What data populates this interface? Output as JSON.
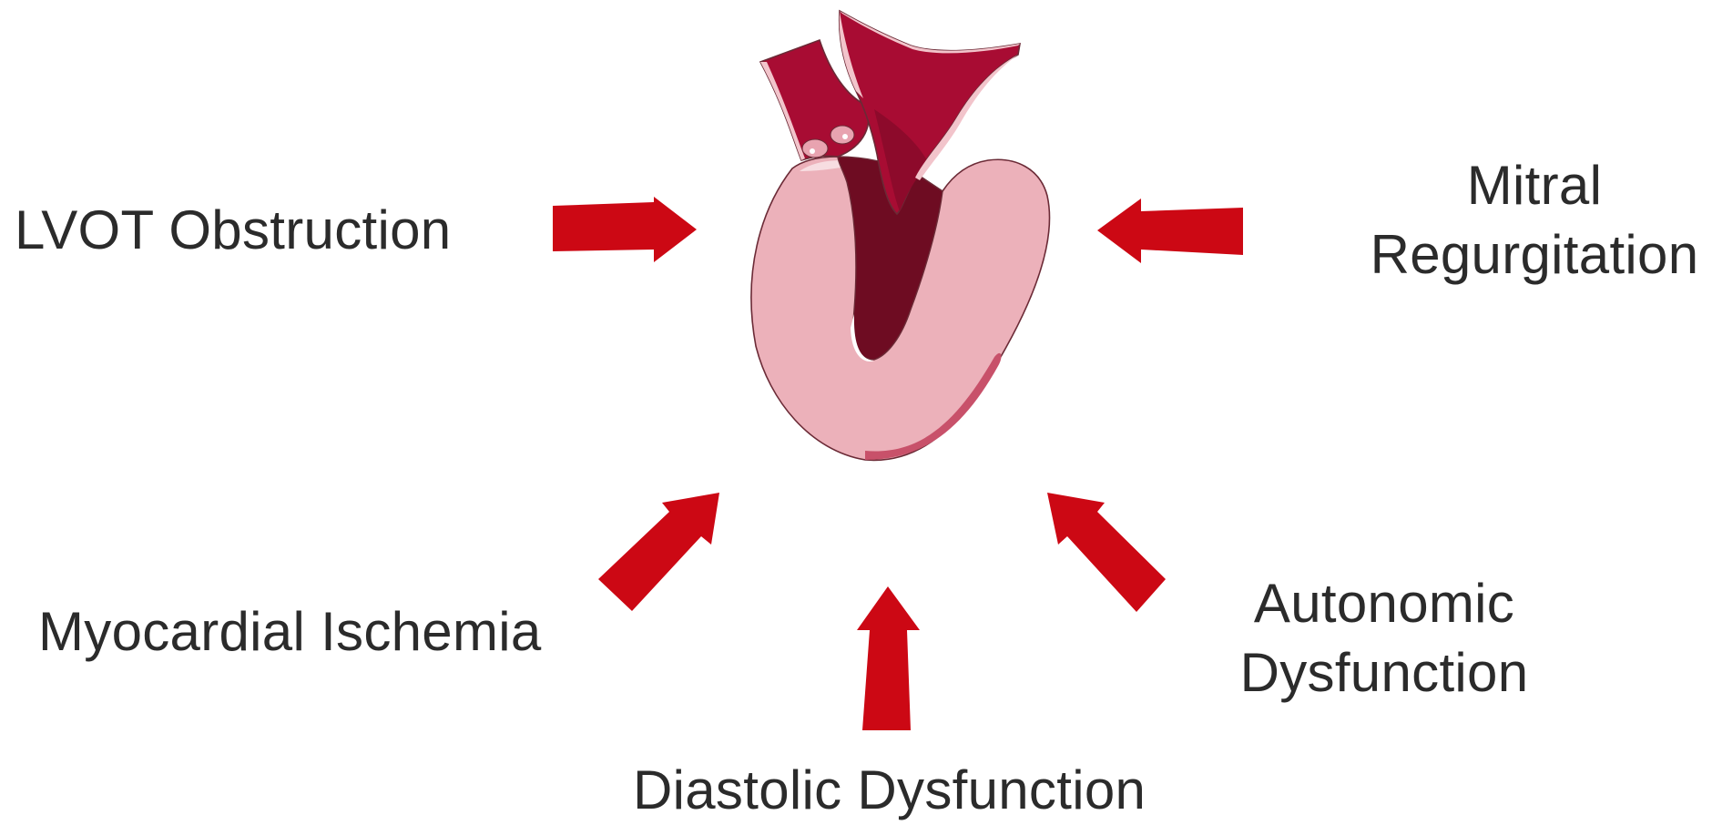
{
  "labels": {
    "lvot": "LVOT Obstruction",
    "mitral_line1": "Mitral",
    "mitral_line2": "Regurgitation",
    "myocardial": "Myocardial Ischemia",
    "autonomic_line1": "Autonomic",
    "autonomic_line2": "Dysfunction",
    "diastolic": "Diastolic Dysfunction"
  },
  "colors": {
    "arrow": "#cc0814",
    "myocardium": "#ecb1ba",
    "myocardium_dark": "#c8516a",
    "chamber": "#6e0c22",
    "vessel": "#a80c33",
    "outline": "#6b2a36"
  },
  "icons": {
    "heart": "heart-cross-section-icon",
    "arrow": "arrow-icon"
  }
}
